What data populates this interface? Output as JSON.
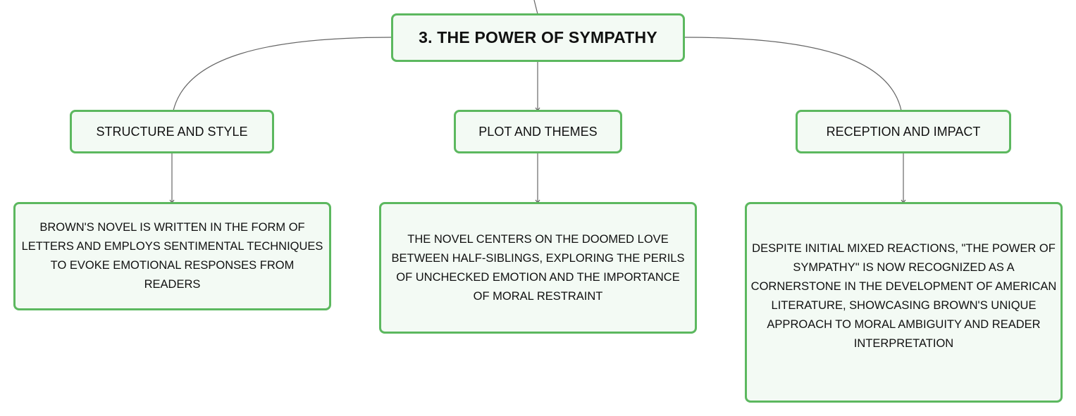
{
  "colors": {
    "node_border": "#5cb85f",
    "node_fill": "#f3faf4",
    "connector": "#666666",
    "text": "#111111"
  },
  "diagram": {
    "root": {
      "label": "3. THE POWER OF SYMPATHY"
    },
    "branches": [
      {
        "label": "STRUCTURE AND STYLE",
        "detail": "BROWN'S NOVEL IS WRITTEN IN THE FORM OF LETTERS AND EMPLOYS SENTIMENTAL TECHNIQUES TO EVOKE EMOTIONAL RESPONSES FROM READERS"
      },
      {
        "label": "PLOT AND THEMES",
        "detail": "THE NOVEL CENTERS ON THE DOOMED LOVE BETWEEN HALF-SIBLINGS, EXPLORING THE PERILS OF UNCHECKED EMOTION AND THE IMPORTANCE OF MORAL RESTRAINT"
      },
      {
        "label": "RECEPTION AND IMPACT",
        "detail": "DESPITE INITIAL MIXED REACTIONS, \"THE POWER OF SYMPATHY\" IS NOW RECOGNIZED AS A CORNERSTONE IN THE DEVELOPMENT OF AMERICAN LITERATURE, SHOWCASING BROWN'S UNIQUE APPROACH TO MORAL AMBIGUITY AND READER INTERPRETATION"
      }
    ]
  }
}
